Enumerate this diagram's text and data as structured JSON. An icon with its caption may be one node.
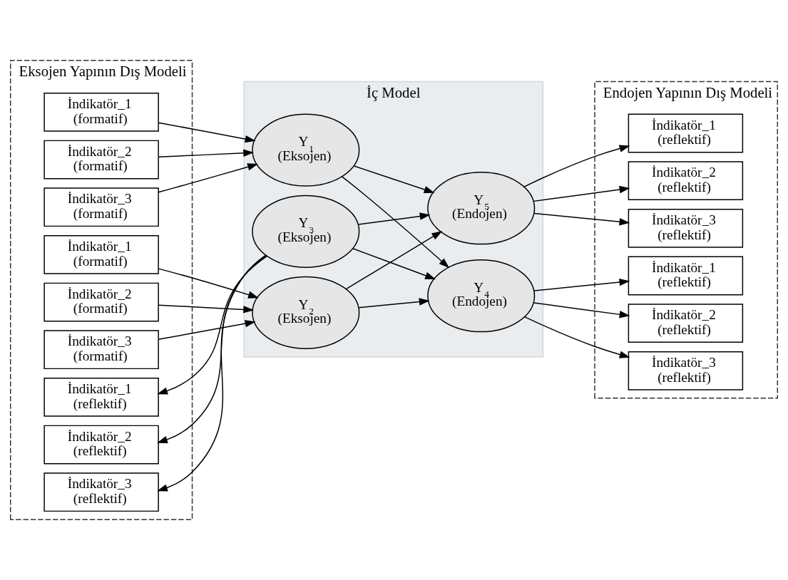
{
  "diagram": {
    "nodes": [
      {
        "text": [
          "Eksojen Yapının Dış Modeli"
        ]
      },
      {
        "text": [
          "İç Model"
        ]
      },
      {
        "text": [
          "Endojen Yapının Dış Modeli"
        ]
      },
      {
        "text": [
          "İndikatör_1",
          "(formatif)"
        ],
        "in": 0
      },
      {
        "text": [
          "İndikatör_2",
          "(formatif)"
        ],
        "in": 0
      },
      {
        "text": [
          "İndikatör_3",
          "(formatif)"
        ],
        "in": 0
      },
      {
        "text": [
          "İndikatör_1",
          "(formatif)"
        ],
        "in": 0
      },
      {
        "text": [
          "İndikatör_2",
          "(formatif)"
        ],
        "in": 0
      },
      {
        "text": [
          "İndikatör_3",
          "(formatif)"
        ],
        "in": 0
      },
      {
        "text": [
          "İndikatör_1",
          "(reflektif)"
        ],
        "in": 0
      },
      {
        "text": [
          "İndikatör_2",
          "(reflektif)"
        ],
        "in": 0
      },
      {
        "text": [
          "İndikatör_3",
          "(reflektif)"
        ],
        "in": 0
      },
      {
        "text": [
          "Y$_{1}$",
          "(Eksojen)"
        ],
        "in": 1
      },
      {
        "text": [
          "Y$_{2}$",
          "(Eksojen)"
        ],
        "in": 1
      },
      {
        "text": [
          "Y$_{3}$",
          "(Eksojen)"
        ],
        "in": 1
      },
      {
        "text": [
          "Y$_{4}$",
          "(Endojen)"
        ],
        "in": 1
      },
      {
        "text": [
          "Y$_{5}$",
          "(Endojen)"
        ],
        "in": 1
      },
      {
        "text": [
          "İndikatör_1",
          "(reflektif)"
        ],
        "in": 2
      },
      {
        "text": [
          "İndikatör_2",
          "(reflektif)"
        ],
        "in": 2
      },
      {
        "text": [
          "İndikatör_3",
          "(reflektif)"
        ],
        "in": 2
      },
      {
        "text": [
          "İndikatör_1",
          "(reflektif)"
        ],
        "in": 2
      },
      {
        "text": [
          "İndikatör_2",
          "(reflektif)"
        ],
        "in": 2
      },
      {
        "text": [
          "İndikatör_3",
          "(reflektif)"
        ],
        "in": 2
      }
    ],
    "edges": [
      {
        "from": 3,
        "to": 12,
        "arrow": "to"
      },
      {
        "from": 4,
        "to": 12,
        "arrow": "to"
      },
      {
        "from": 5,
        "to": 12,
        "arrow": "to"
      },
      {
        "from": 6,
        "to": 13,
        "arrow": "to"
      },
      {
        "from": 7,
        "to": 13,
        "arrow": "to"
      },
      {
        "from": 8,
        "to": 13,
        "arrow": "to"
      },
      {
        "from": 14,
        "to": 9,
        "arrow": "to"
      },
      {
        "from": 14,
        "to": 10,
        "arrow": "to"
      },
      {
        "from": 14,
        "to": 11,
        "arrow": "to"
      },
      {
        "from": 12,
        "to": 15,
        "arrow": "to"
      },
      {
        "from": 12,
        "to": 16,
        "arrow": "to"
      },
      {
        "from": 13,
        "to": 15,
        "arrow": "to"
      },
      {
        "from": 13,
        "to": 16,
        "arrow": "to"
      },
      {
        "from": 14,
        "to": 15,
        "arrow": "to"
      },
      {
        "from": 14,
        "to": 16,
        "arrow": "to"
      },
      {
        "from": 15,
        "to": 17,
        "arrow": "to"
      },
      {
        "from": 15,
        "to": 18,
        "arrow": "to"
      },
      {
        "from": 15,
        "to": 19,
        "arrow": "to"
      },
      {
        "from": 16,
        "to": 20,
        "arrow": "to"
      },
      {
        "from": 16,
        "to": 21,
        "arrow": "to"
      },
      {
        "from": 16,
        "to": 22,
        "arrow": "to"
      }
    ]
  }
}
